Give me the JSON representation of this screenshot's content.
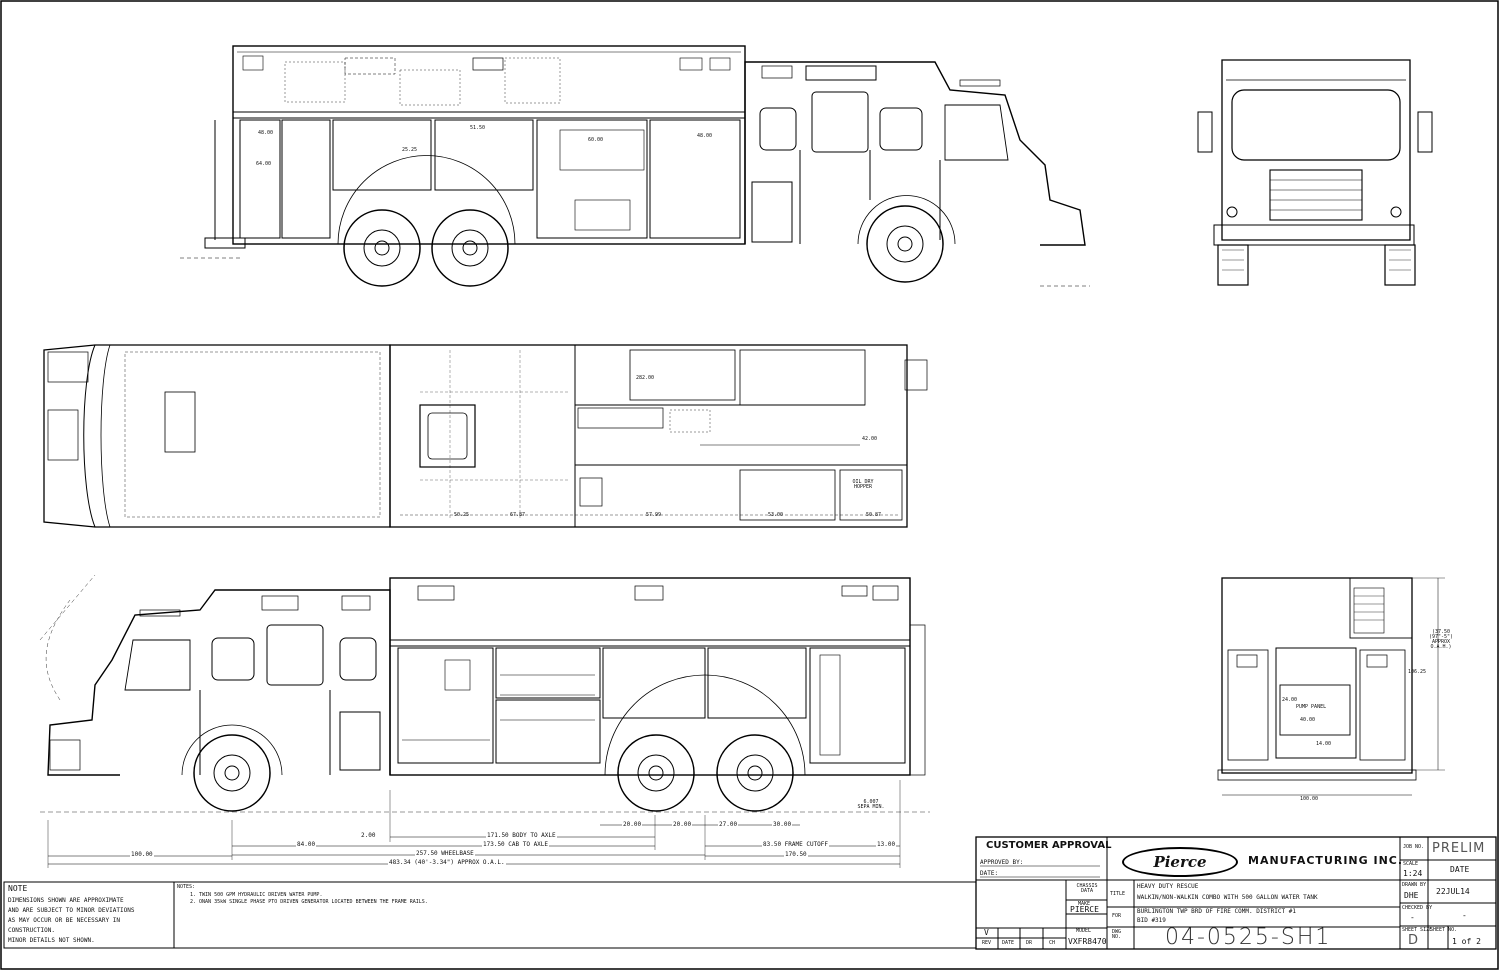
{
  "dimensions": {
    "side_view_top": {
      "d1": "48.00",
      "d2": "64.00",
      "d3": "51.50",
      "d4": "60.00",
      "d5": "48.00",
      "d6": "25.25"
    },
    "top_view": {
      "d1": "282.00",
      "d2": "42.00",
      "d3": "50.25",
      "d4": "67.87",
      "d5": "57.99",
      "d6": "53.00",
      "d7": "50.87",
      "hopper_label": "OIL DRY HOPPER"
    },
    "rear_view": {
      "height": "106.25",
      "width": "100.00",
      "d_left": "24.00",
      "d_mid": "40.00",
      "d_low": "14.00",
      "pump_panel": "PUMP PANEL",
      "right_note": "(37.50 (97\"-5\") APPROX O.A.H.)"
    },
    "bottom_side_view": {
      "body_to_axle": "171.50 BODY TO AXLE",
      "cab_to_axle": "173.50 CAB TO AXLE",
      "frame_cutoff": "83.50 FRAME CUTOFF",
      "wheelbase": "257.50 WHEELBASE",
      "oal": "483.34 (40'-3.34\") APPROX O.A.L.",
      "front": "100.00",
      "d84": "84.00",
      "d2": "2.00",
      "d170": "170.50",
      "d13": "13.00",
      "a20a": "20.00",
      "a20b": "20.00",
      "a27": "27.00",
      "a30": "30.00",
      "angle": "6.007 SEPA MIN."
    }
  },
  "approval": {
    "title": "CUSTOMER APPROVAL",
    "approved_by": "APPROVED BY:",
    "date": "DATE:"
  },
  "company": {
    "logo_text": "Pierce",
    "name": "MANUFACTURING INC."
  },
  "title_block": {
    "job_no_label": "JOB NO.",
    "job_no": "PRELIM",
    "scale_label": "SCALE",
    "scale": "1:24",
    "date_label": "DATE",
    "drawn_by_label": "DRAWN BY",
    "drawn_by": "DHE",
    "date": "22JUL14",
    "checked_by_label": "CHECKED BY",
    "checked_by": "-",
    "checked_date": "-",
    "chassis_label": "CHASSIS DATA",
    "make_label": "MAKE",
    "make": "PIERCE",
    "model_label": "MODEL",
    "model": "VXFR8470",
    "title_label": "TITLE",
    "title_line1": "HEAVY DUTY RESCUE",
    "title_line2": "WALKIN/NON-WALKIN COMBO WITH 500 GALLON WATER TANK",
    "for_label": "FOR",
    "for_line1": "BURLINGTON TWP BRD OF FIRE COMM. DISTRICT #1",
    "for_line2": "BID #319",
    "dwg_label": "DWG NO.",
    "dwg_no": "04-0525-SH1",
    "sheet_size_label": "SHEET SIZE",
    "sheet_size": "D",
    "sheet_no_label": "SHEET NO.",
    "sheet_no": "1 of 2",
    "rev_label": "REV",
    "rev_date_label": "DATE",
    "rev_dr_label": "DR",
    "rev_ch_label": "CH",
    "rev_symbol": "V"
  },
  "notes": {
    "title": "NOTE",
    "text": [
      "DIMENSIONS SHOWN ARE APPROXIMATE",
      "AND ARE SUBJECT TO MINOR DEVIATIONS",
      "AS MAY OCCUR OR BE NECESSARY IN",
      "CONSTRUCTION.",
      "MINOR DETAILS NOT SHOWN."
    ],
    "notes_label": "NOTES:",
    "lines": [
      "1. TWIN 500 GPM HYDRAULIC DRIVEN WATER PUMP.",
      "2. ONAN 35kW SINGLE PHASE PTO DRIVEN GENERATOR LOCATED BETWEEN THE FRAME RAILS."
    ]
  }
}
